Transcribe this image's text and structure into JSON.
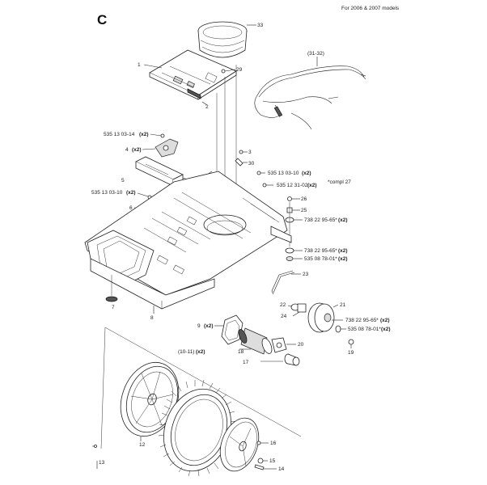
{
  "page": {
    "letter": "C",
    "note": "For 2006 & 2007 models"
  },
  "labels": {
    "p1": "1",
    "p2": "2",
    "p3": "3",
    "p4": "4",
    "p5": "5",
    "p6": "6",
    "p7": "7",
    "p8": "8",
    "p9": "9",
    "p9x": "(x2)",
    "p12": "12",
    "p13": "13",
    "p14": "14",
    "p15": "15",
    "p16": "16",
    "p17": "17",
    "p18": "18",
    "p19": "19",
    "p20": "20",
    "p21": "21",
    "p22": "22",
    "p23": "23",
    "p24": "24",
    "p25": "25",
    "p26": "26",
    "p29": "29",
    "p30": "30",
    "p33": "33",
    "p3132": "(31-32)",
    "p1011": "(10-11)",
    "p1011x": "(x2)",
    "s1": "535 13 03-14",
    "s1x": "(x2)",
    "s4x": "(x2)",
    "s2": "535 13 03-10",
    "s2x": "(x2)",
    "s3": "535 13 03-10",
    "s3x": "(x2)",
    "s4": "535 12 31-02",
    "s5x": "(x2)",
    "compl": "*compl 27",
    "s6": "738 22 95-65*",
    "s6x": "(x2)",
    "s7": "738 22 95-65*",
    "s7x": "(x2)",
    "s8": "535 08 78-01*",
    "s8x": "(x2)",
    "s9": "738 22 95-65*",
    "s9x": "(x2)",
    "s10": "535 08 78-01*",
    "s10x": "(x2)"
  }
}
